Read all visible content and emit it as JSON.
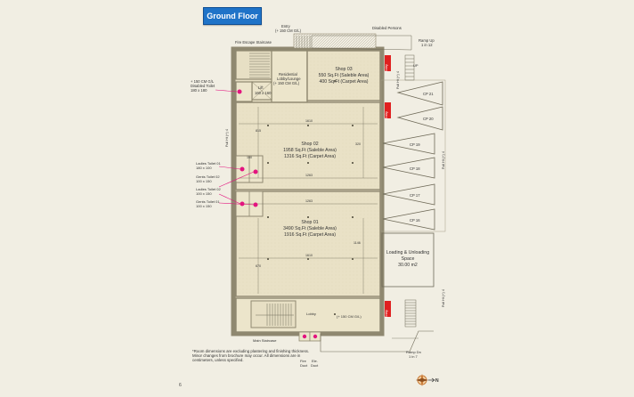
{
  "badge": {
    "text": "Ground Floor"
  },
  "labels": {
    "entry": "Entry",
    "entry_dim": "(+ 150 CM G/L)",
    "disabled_persons": "Disabled Persons",
    "ramp_up": "Ramp Up",
    "ramp_up_ratio": "1 in 12",
    "fire_escape": "Fire Escape Staircase",
    "residential_lobby": "Residential",
    "residential_lobby2": "Lobby/Lounge",
    "residential_lobby3": "(+ 150 CM G/L)",
    "lift": "Lift",
    "lift_dim": "160 x 160",
    "disabled_toilet_dim": "+ 150 CM G/L",
    "disabled_toilet": "Disabled Toilet",
    "disabled_toilet_size": "180 x 180",
    "shop03": "Shop 03",
    "shop03_sale": "550 Sq.Ft (Saleble Area)",
    "shop03_carpet": "400 Sq.Ft (Carpet Area)",
    "shop02": "Shop 02",
    "shop02_sale": "1958 Sq.Ft (Saleble Area)",
    "shop02_carpet": "1316 Sq.Ft (Carpet Area)",
    "shop01": "Shop 01",
    "shop01_sale": "3490 Sq.Ft (Saleble Area)",
    "shop01_carpet": "1916 Sq.Ft (Carpet Area)",
    "ladies_toilet_01": "Ladies Toilet 01",
    "ladies_toilet_01_size": "180 x 100",
    "gents_toilet_02": "Gents Toilet 02",
    "gents_toilet_02_size": "100 x 150",
    "ladies_toilet_02": "Ladies Toilet 02",
    "ladies_toilet_02_size": "100 x 150",
    "gents_toilet_01": "Gents Toilet 01",
    "gents_toilet_01_size": "100 x 150",
    "lobby": "Lobby",
    "lobby_dim": "(+ 150 CM G/L)",
    "main_staircase": "Main Staircase",
    "fire_duct": "Fire",
    "fire_duct2": "Duct",
    "elec_duct": "Ele.",
    "elec_duct2": "Duct",
    "ramp_dn": "Ramp Dn",
    "ramp_dn_ratio": "1 in 7",
    "loading": "Loading & Unloading",
    "loading2": "Space",
    "loading_area": "30.00 m2",
    "cp21": "CP 21",
    "cp20": "CP 20",
    "cp19": "CP 19",
    "cp18": "CP 18",
    "cp17": "CP 17",
    "cp16": "CP 16",
    "entry_tag": "Entry",
    "full_ht_a": "Full Ht (+) 4",
    "full_ht_b": "Full Ht (+) 4",
    "full_ht_c": "Full Ht (+) 4",
    "full_ht_d": "Full Ht (+) 4",
    "dim_1610a": "1610",
    "dim_1610b": "1610",
    "dim_815": "815",
    "dim_1263": "1263",
    "dim_1263b": "1263",
    "dim_670": "670",
    "dim_1146": "1146",
    "dim_320": "320",
    "dim_150": "150",
    "up": "UP",
    "compass_n": "N"
  },
  "note": "*Room dimensions are excluding plastering and finishing thickness. Minor changes from brochure may occur. All dimensions are in centimeters, unless specified.",
  "page_number": "6",
  "colors": {
    "accent": "#1f73c8",
    "wall": "#b0a98f",
    "floor": "#e9e1c6",
    "marker": "#e3147f",
    "entry_red": "#e02020"
  }
}
